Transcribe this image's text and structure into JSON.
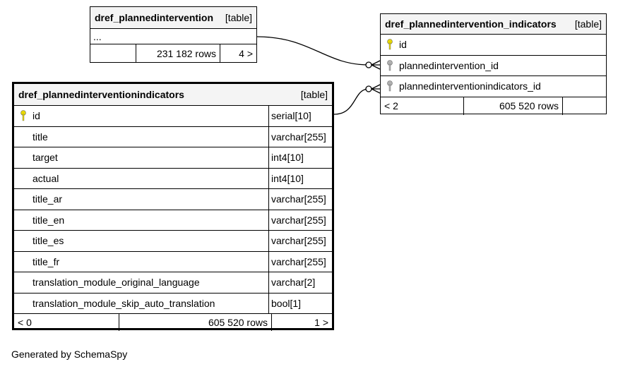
{
  "tables": {
    "plannedintervention": {
      "name": "dref_plannedintervention",
      "type_label": "[table]",
      "ellipsis": "...",
      "footer": {
        "left": "",
        "rows": "231 182 rows",
        "children": "4 >"
      }
    },
    "indicators_join": {
      "name": "dref_plannedintervention_indicators",
      "type_label": "[table]",
      "columns": [
        {
          "name": "id",
          "key": "primary"
        },
        {
          "name": "plannedintervention_id",
          "key": "foreign"
        },
        {
          "name": "plannedinterventionindicators_id",
          "key": "foreign"
        }
      ],
      "footer": {
        "parents": "< 2",
        "rows": "605 520 rows",
        "children": ""
      }
    },
    "indicators": {
      "name": "dref_plannedinterventionindicators",
      "type_label": "[table]",
      "columns": [
        {
          "name": "id",
          "type": "serial[10]",
          "key": "primary"
        },
        {
          "name": "title",
          "type": "varchar[255]",
          "key": "none"
        },
        {
          "name": "target",
          "type": "int4[10]",
          "key": "none"
        },
        {
          "name": "actual",
          "type": "int4[10]",
          "key": "none"
        },
        {
          "name": "title_ar",
          "type": "varchar[255]",
          "key": "none"
        },
        {
          "name": "title_en",
          "type": "varchar[255]",
          "key": "none"
        },
        {
          "name": "title_es",
          "type": "varchar[255]",
          "key": "none"
        },
        {
          "name": "title_fr",
          "type": "varchar[255]",
          "key": "none"
        },
        {
          "name": "translation_module_original_language",
          "type": "varchar[2]",
          "key": "none"
        },
        {
          "name": "translation_module_skip_auto_translation",
          "type": "bool[1]",
          "key": "none"
        }
      ],
      "footer": {
        "parents": "< 0",
        "rows": "605 520 rows",
        "children": "1 >"
      }
    }
  },
  "colors": {
    "primary_key": "#e8d800",
    "foreign_key": "#b0b0b0",
    "header_bg": "#f4f4f4"
  },
  "caption": "Generated by SchemaSpy"
}
